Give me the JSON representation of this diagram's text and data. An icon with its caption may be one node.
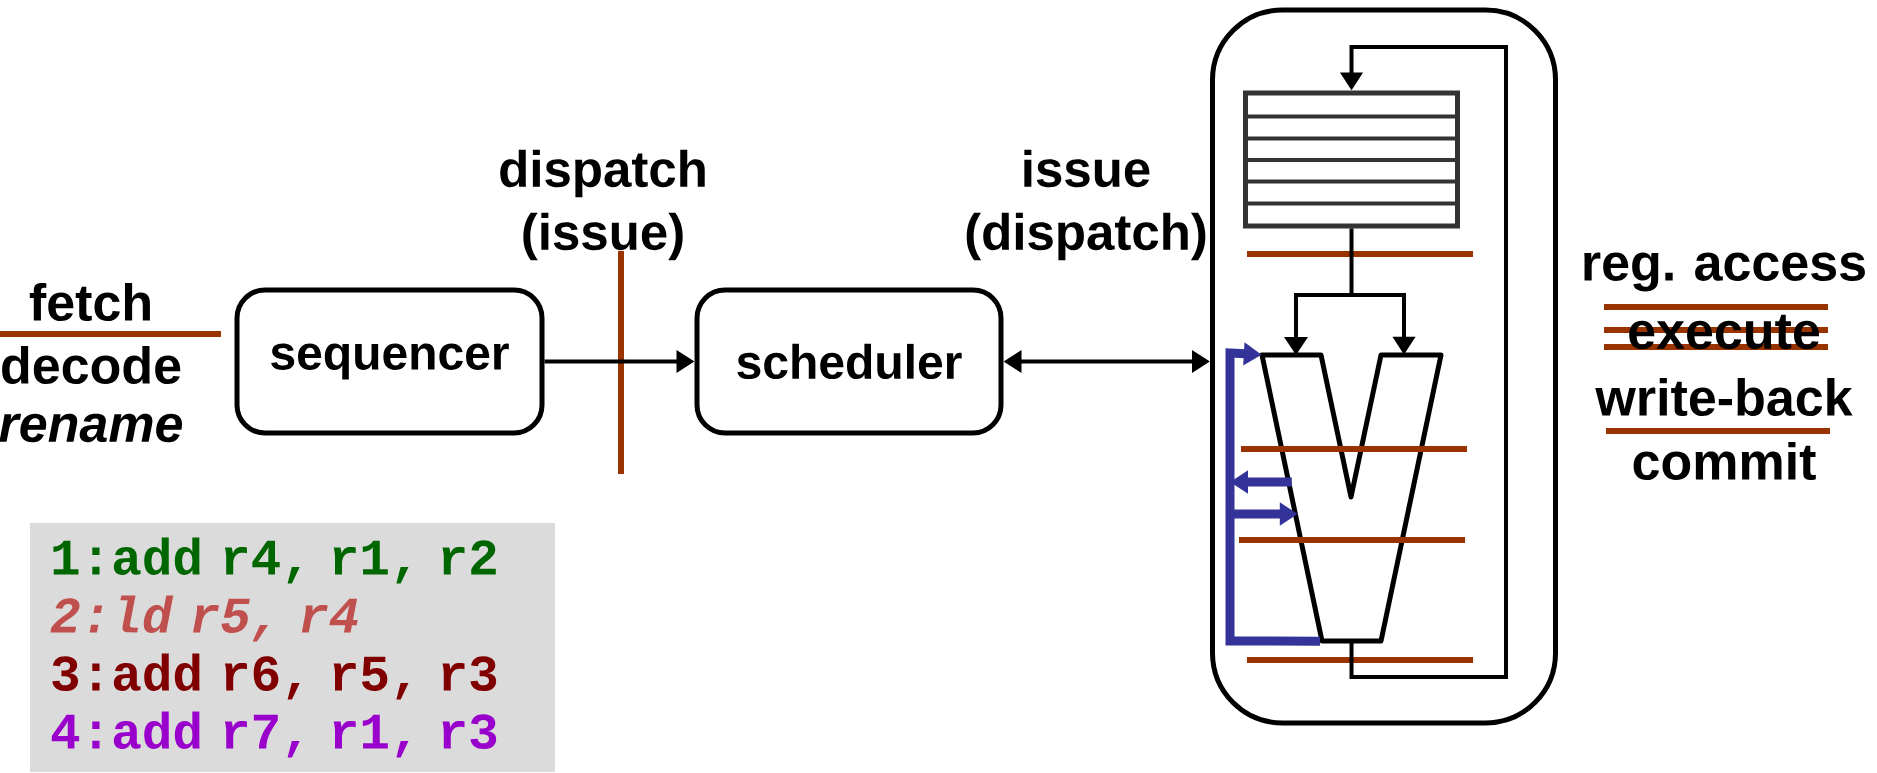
{
  "diagram": {
    "nodes": [
      {
        "text": [
          "sequencer"
        ]
      },
      {
        "text": [
          "scheduler"
        ]
      },
      {
        "text": [],
        "shape": "box"
      },
      {
        "text": [],
        "shape": "box",
        "in": 2
      },
      {
        "text": [],
        "shape": "alu",
        "in": 2
      },
      {
        "text": [
          "1:add r4, r1, r2",
          "2:ld r5, r4",
          "3:add r6, r5, r3",
          "4:add r7, r1, r3"
        ]
      }
    ],
    "edges": [
      {
        "from": 0,
        "to": 1,
        "arrow": "to"
      },
      {
        "from": 1,
        "to": 2,
        "arrow": "both"
      },
      {
        "from": 3,
        "to": 4,
        "arrow": "to"
      },
      {
        "from": 4,
        "to": 3,
        "arrow": "to"
      },
      {
        "from": 4,
        "to": 4,
        "arrow": "to",
        "style": "thick",
        "color": "#333399"
      },
      {
        "from": 4,
        "to": 4,
        "arrow": "to",
        "style": "thick",
        "color": "#333399"
      },
      {
        "from": 4,
        "to": 4,
        "arrow": "to",
        "style": "thick",
        "color": "#333399"
      }
    ],
    "labels": [
      "dispatch (issue)",
      "issue (dispatch)",
      "fetch",
      "decode",
      "rename",
      "reg. access",
      "execute",
      "write-back",
      "commit"
    ]
  }
}
